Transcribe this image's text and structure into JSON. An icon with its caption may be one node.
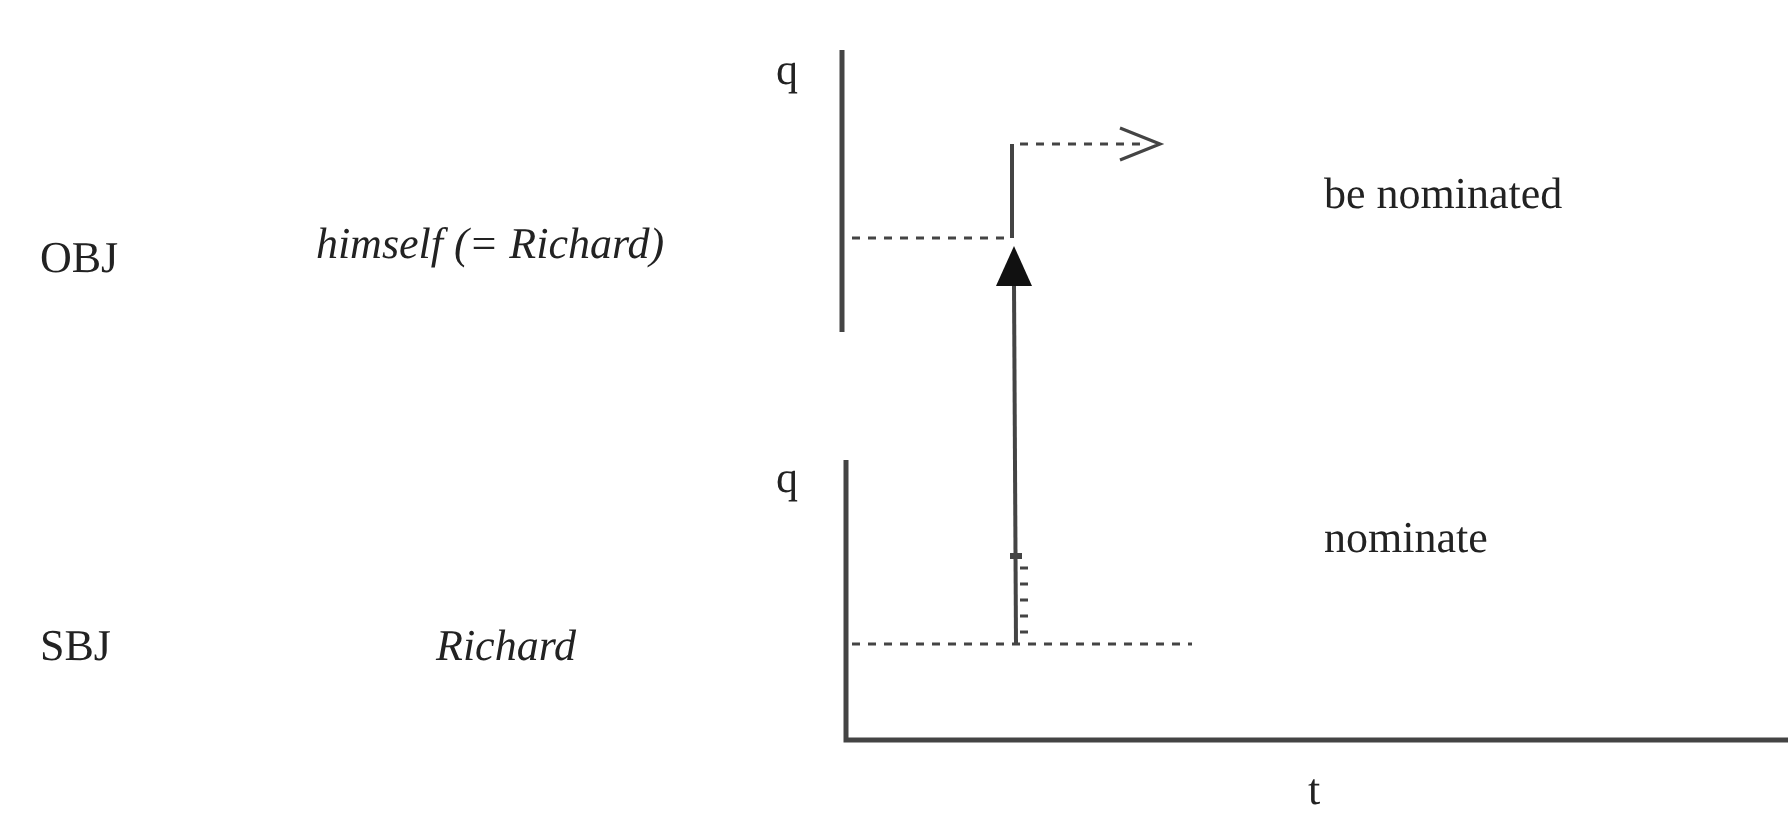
{
  "diagram": {
    "labels": [
      "q",
      "OBJ",
      "himself (= Richard)",
      "be nominated",
      "q",
      "nominate",
      "SBJ",
      "Richard",
      "t"
    ]
  }
}
